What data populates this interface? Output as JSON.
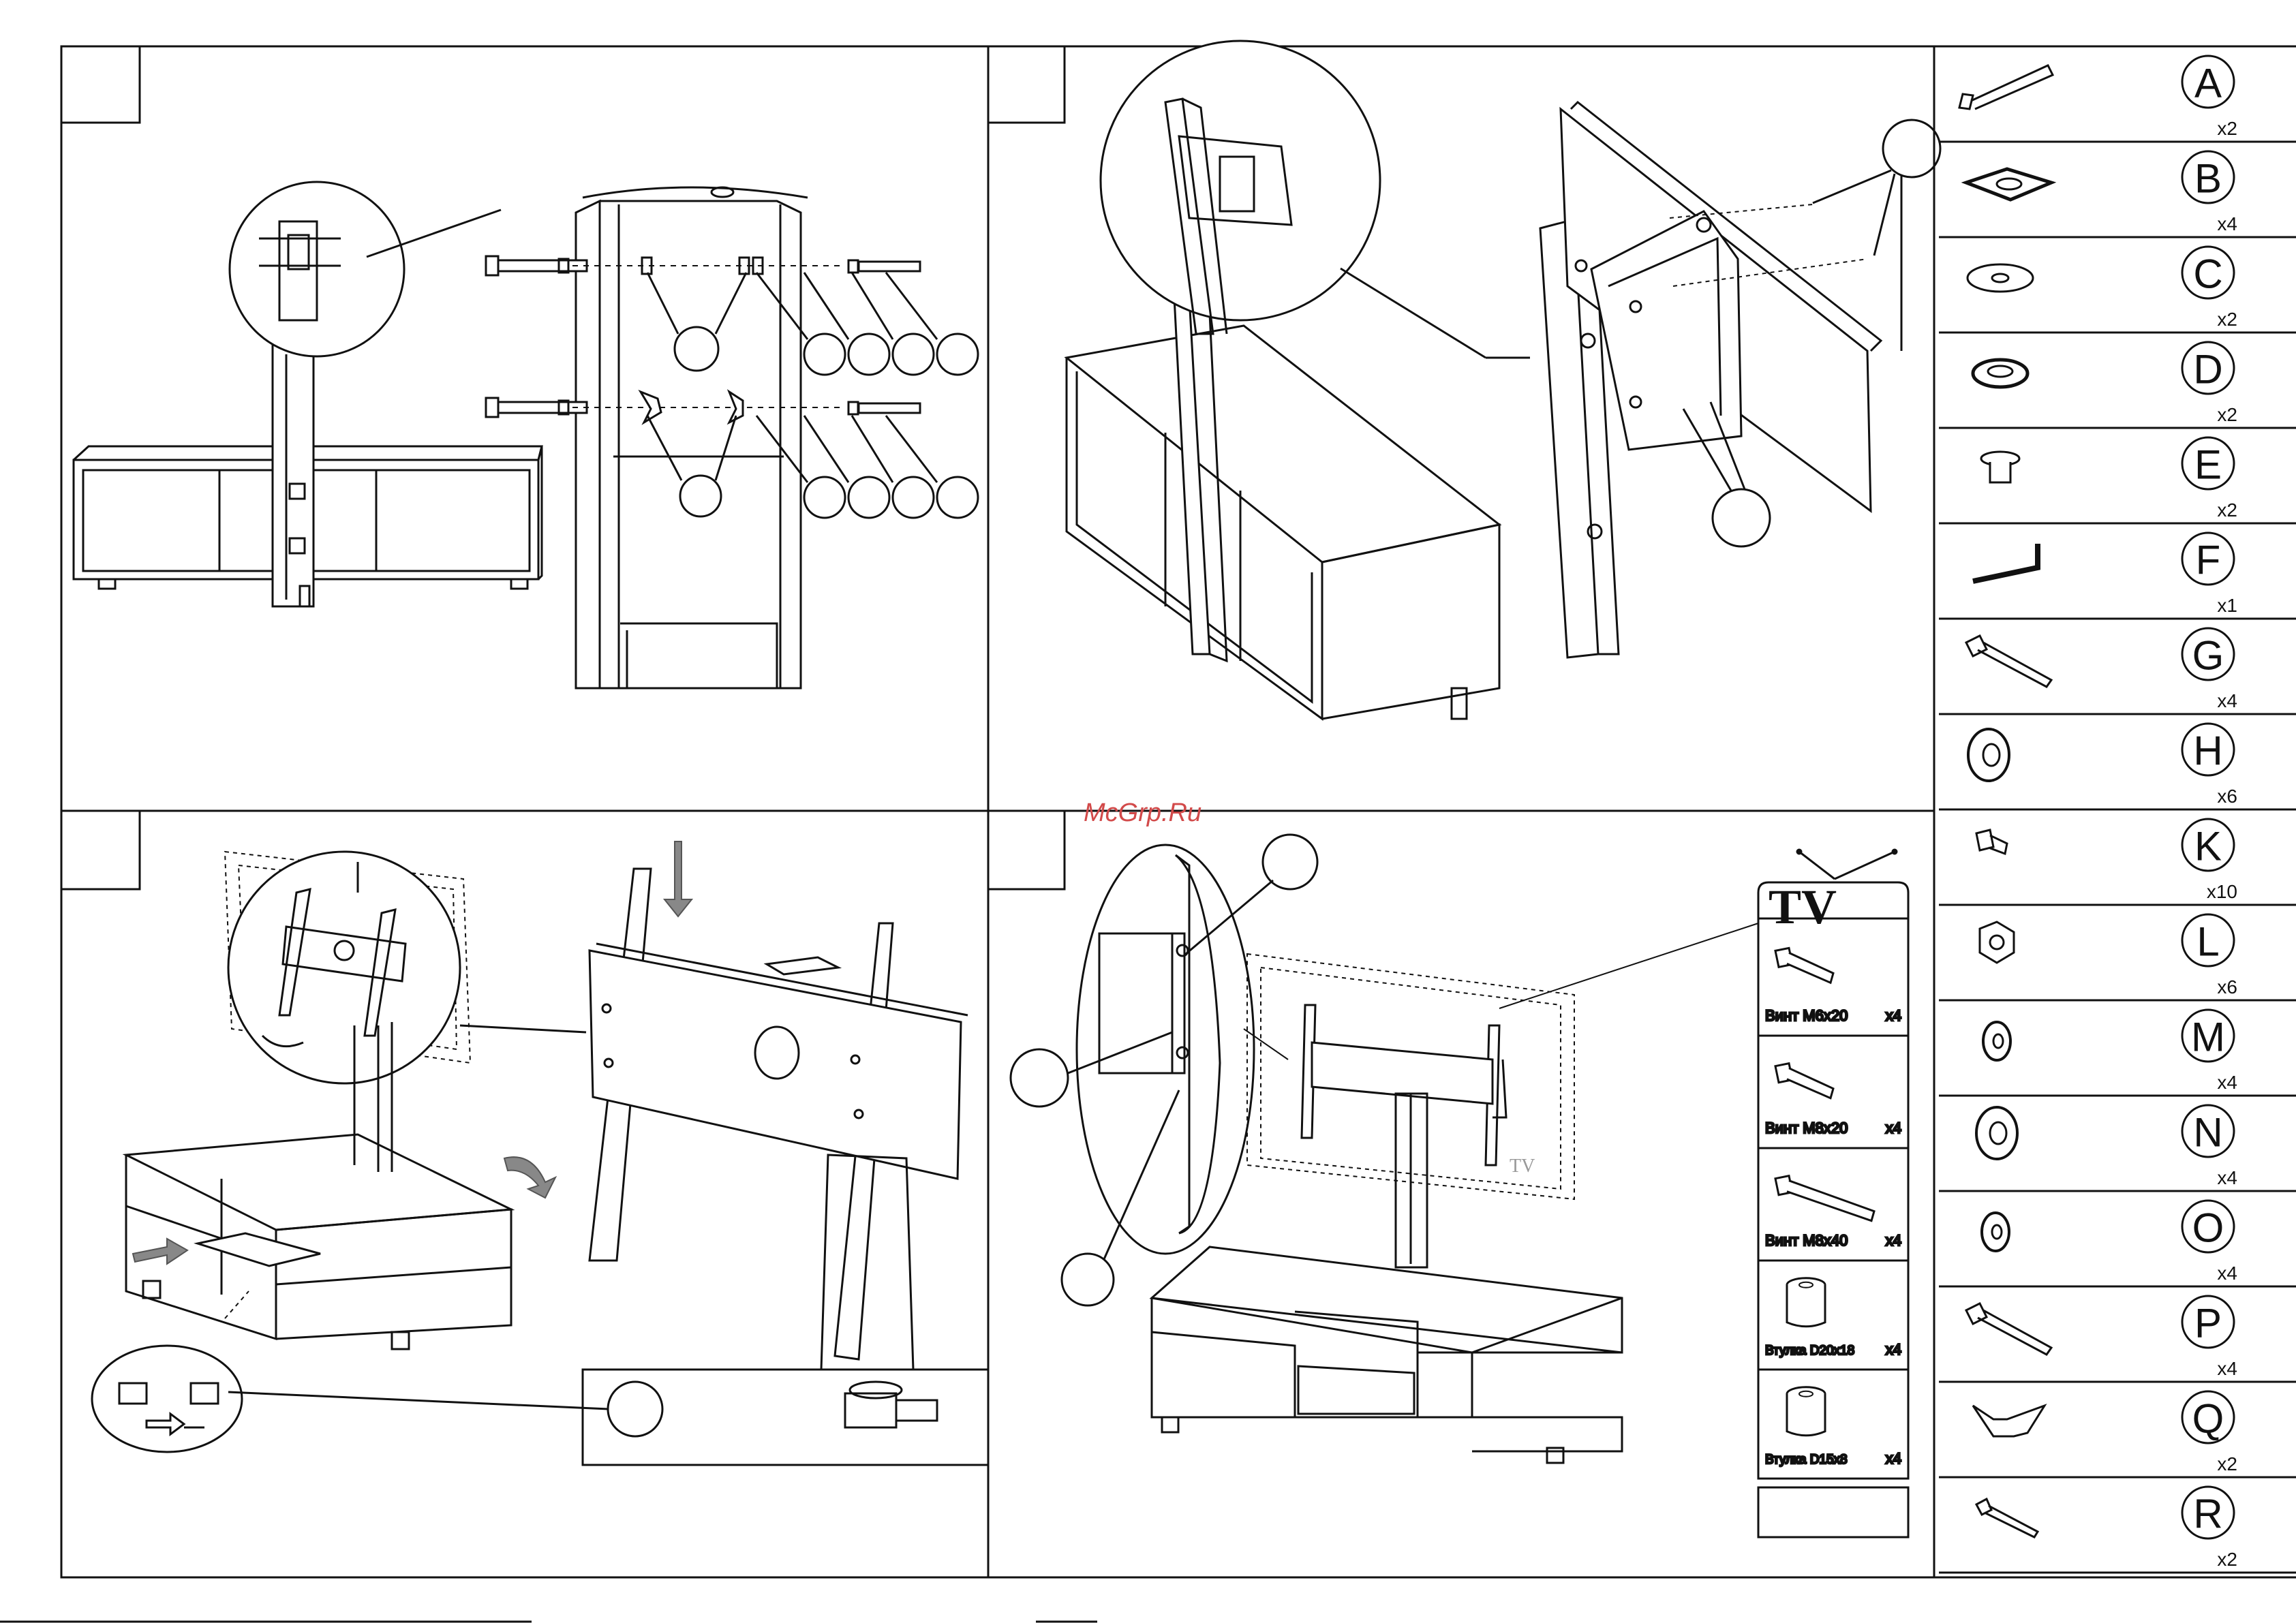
{
  "watermark": "McGrp.Ru",
  "parts": [
    {
      "letter": "A",
      "qty": "x2",
      "icon": "long-bolt-icon"
    },
    {
      "letter": "B",
      "qty": "x4",
      "icon": "square-plate-icon"
    },
    {
      "letter": "C",
      "qty": "x2",
      "icon": "flat-washer-icon"
    },
    {
      "letter": "D",
      "qty": "x2",
      "icon": "split-washer-icon"
    },
    {
      "letter": "E",
      "qty": "x2",
      "icon": "cap-nut-icon"
    },
    {
      "letter": "F",
      "qty": "x1",
      "icon": "allen-key-icon"
    },
    {
      "letter": "G",
      "qty": "x4",
      "icon": "bolt-icon"
    },
    {
      "letter": "H",
      "qty": "x6",
      "icon": "thick-washer-icon"
    },
    {
      "letter": "K",
      "qty": "x10",
      "icon": "short-screw-icon"
    },
    {
      "letter": "L",
      "qty": "x6",
      "icon": "hex-nut-icon"
    },
    {
      "letter": "M",
      "qty": "x4",
      "icon": "washer-icon"
    },
    {
      "letter": "N",
      "qty": "x4",
      "icon": "large-washer-icon"
    },
    {
      "letter": "O",
      "qty": "x4",
      "icon": "small-washer-icon"
    },
    {
      "letter": "P",
      "qty": "x4",
      "icon": "bolt-icon"
    },
    {
      "letter": "Q",
      "qty": "x2",
      "icon": "wing-nut-icon"
    },
    {
      "letter": "R",
      "qty": "x2",
      "icon": "short-bolt-icon"
    }
  ],
  "tv_kit": {
    "logo": "TV",
    "small_logo": "TV",
    "items": [
      {
        "name": "Винт M6x20",
        "qty": "x4",
        "icon": "screw-icon"
      },
      {
        "name": "Винт M8x20",
        "qty": "x4",
        "icon": "screw-icon"
      },
      {
        "name": "Винт M8x40",
        "qty": "x4",
        "icon": "long-screw-icon"
      },
      {
        "name": "Втулка D20x18",
        "qty": "x4",
        "icon": "sleeve-icon"
      },
      {
        "name": "Втулка D15x8",
        "qty": "x4",
        "icon": "sleeve-icon"
      }
    ]
  }
}
